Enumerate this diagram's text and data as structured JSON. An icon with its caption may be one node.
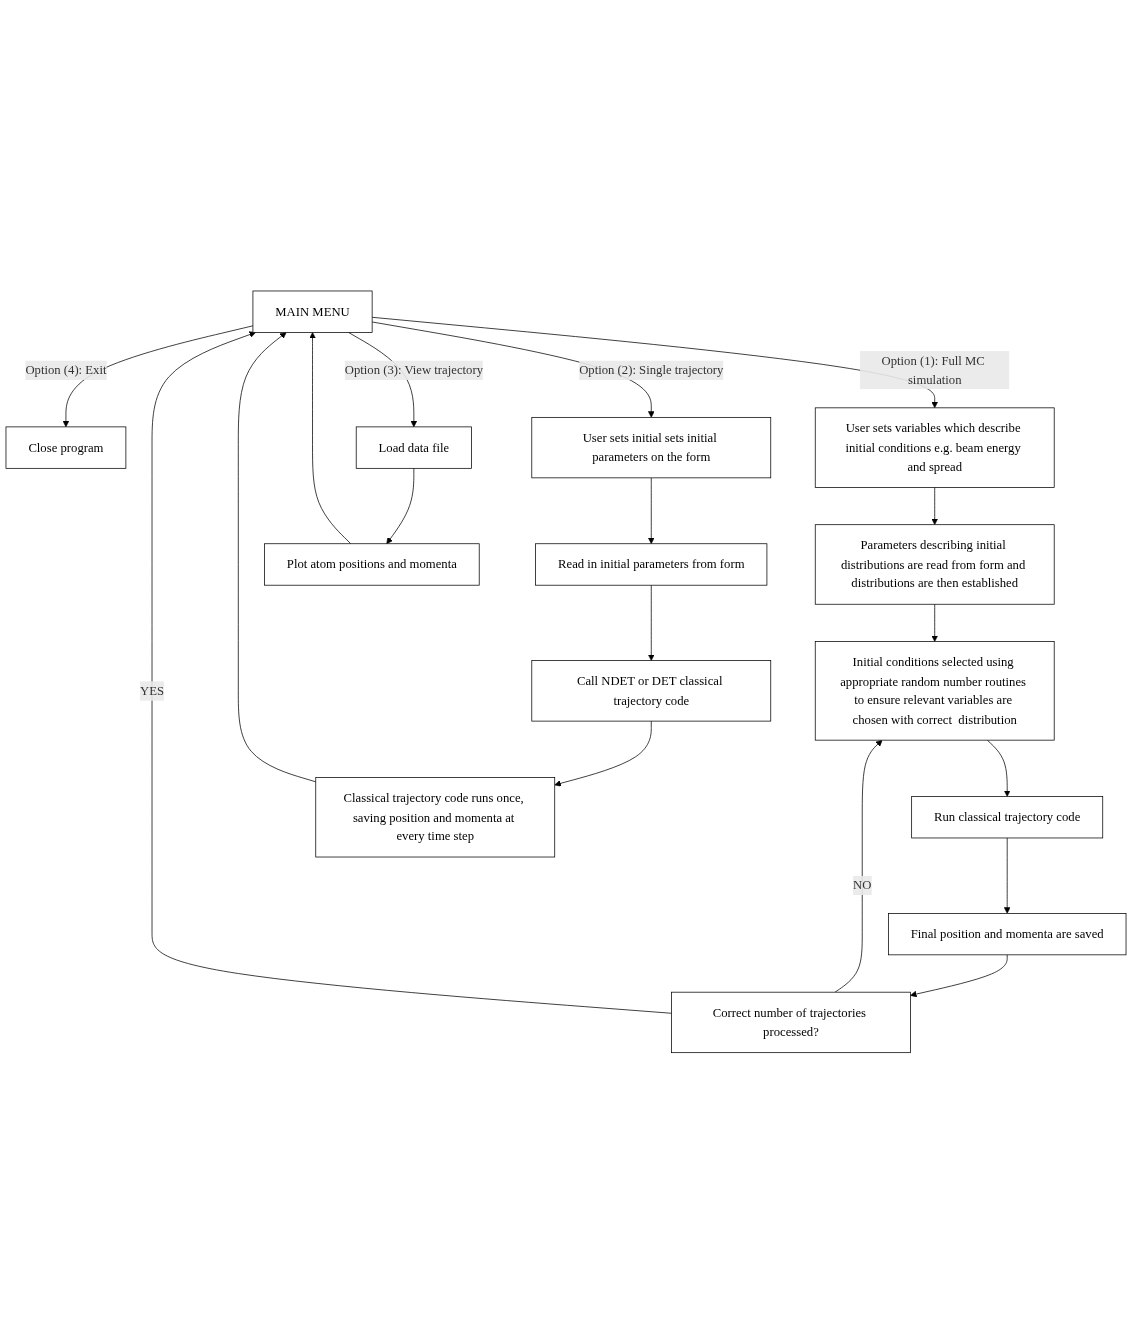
{
  "diagram": {
    "nodes": [
      {
        "text": [
          "Close program"
        ]
      },
      {
        "text": [
          "MAIN MENU"
        ]
      },
      {
        "text": [
          "User sets variables which describe initial conditions e.g. beam energy and spread"
        ]
      },
      {
        "text": [
          "Parameters describing initial distributions are read from form and distributions are then established"
        ]
      },
      {
        "text": [
          "Initial conditions selected using appropriate random number routines to ensure relevant variables are chosen with correct  distribution"
        ]
      },
      {
        "text": [
          "Run classical trajectory code"
        ]
      },
      {
        "text": [
          "Final position and momenta are saved"
        ]
      },
      {
        "text": [
          "Correct number of trajectories processed?"
        ]
      },
      {
        "text": [
          "User sets initial sets initial parameters on the form"
        ]
      },
      {
        "text": [
          "Read in initial parameters from form"
        ]
      },
      {
        "text": [
          "Call NDET or DET classical trajectory code"
        ]
      },
      {
        "text": [
          "Classical trajectory code runs once, saving position and momenta at every time step"
        ]
      },
      {
        "text": [
          "Load data file"
        ]
      },
      {
        "text": [
          "Plot atom positions and momenta"
        ]
      }
    ],
    "edges": [
      {
        "from": 1,
        "to": 0,
        "arrow": "to",
        "label": "Option (4): Exit"
      },
      {
        "from": 1,
        "to": 2,
        "arrow": "to",
        "label": "Option (1): Full MC simulation"
      },
      {
        "from": 1,
        "to": 8,
        "arrow": "to",
        "label": "Option (2): Single trajectory"
      },
      {
        "from": 1,
        "to": 12,
        "arrow": "to",
        "label": "Option (3): View trajectory"
      },
      {
        "from": 2,
        "to": 3,
        "arrow": "to"
      },
      {
        "from": 3,
        "to": 4,
        "arrow": "to"
      },
      {
        "from": 4,
        "to": 5,
        "arrow": "to"
      },
      {
        "from": 5,
        "to": 6,
        "arrow": "to"
      },
      {
        "from": 6,
        "to": 7,
        "arrow": "to"
      },
      {
        "from": 7,
        "to": 4,
        "arrow": "to",
        "label": "NO"
      },
      {
        "from": 7,
        "to": 1,
        "arrow": "to",
        "label": "YES"
      },
      {
        "from": 8,
        "to": 9,
        "arrow": "to"
      },
      {
        "from": 9,
        "to": 10,
        "arrow": "to"
      },
      {
        "from": 10,
        "to": 11,
        "arrow": "to"
      },
      {
        "from": 11,
        "to": 1,
        "arrow": "to"
      },
      {
        "from": 12,
        "to": 13,
        "arrow": "to"
      },
      {
        "from": 13,
        "to": 1,
        "arrow": "to"
      }
    ]
  }
}
